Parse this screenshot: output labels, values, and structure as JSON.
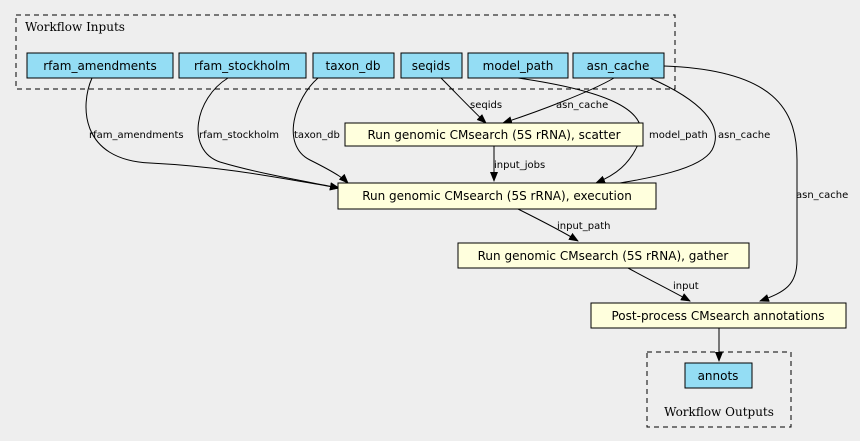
{
  "clusters": {
    "inputs_label": "Workflow Inputs",
    "outputs_label": "Workflow Outputs"
  },
  "inputs": [
    {
      "id": "rfam_amendments",
      "label": "rfam_amendments"
    },
    {
      "id": "rfam_stockholm",
      "label": "rfam_stockholm"
    },
    {
      "id": "taxon_db",
      "label": "taxon_db"
    },
    {
      "id": "seqids",
      "label": "seqids"
    },
    {
      "id": "model_path",
      "label": "model_path"
    },
    {
      "id": "asn_cache",
      "label": "asn_cache"
    }
  ],
  "steps": {
    "scatter": "Run genomic CMsearch (5S rRNA), scatter",
    "execution": "Run genomic CMsearch (5S rRNA), execution",
    "gather": "Run genomic CMsearch (5S rRNA), gather",
    "postprocess": "Post-process CMsearch annotations"
  },
  "outputs": [
    {
      "id": "annots",
      "label": "annots"
    }
  ],
  "edge_labels": {
    "seqids": "seqids",
    "asn_cache_scatter": "asn_cache",
    "rfam_amendments": "rfam_amendments",
    "rfam_stockholm": "rfam_stockholm",
    "taxon_db": "taxon_db",
    "input_jobs": "input_jobs",
    "model_path": "model_path",
    "asn_cache_exec": "asn_cache",
    "asn_cache_post": "asn_cache",
    "input_path": "input_path",
    "input": "input"
  },
  "colors": {
    "input_fill": "#94ddf4",
    "step_fill": "#ffffdd",
    "background": "#eeeeee"
  }
}
